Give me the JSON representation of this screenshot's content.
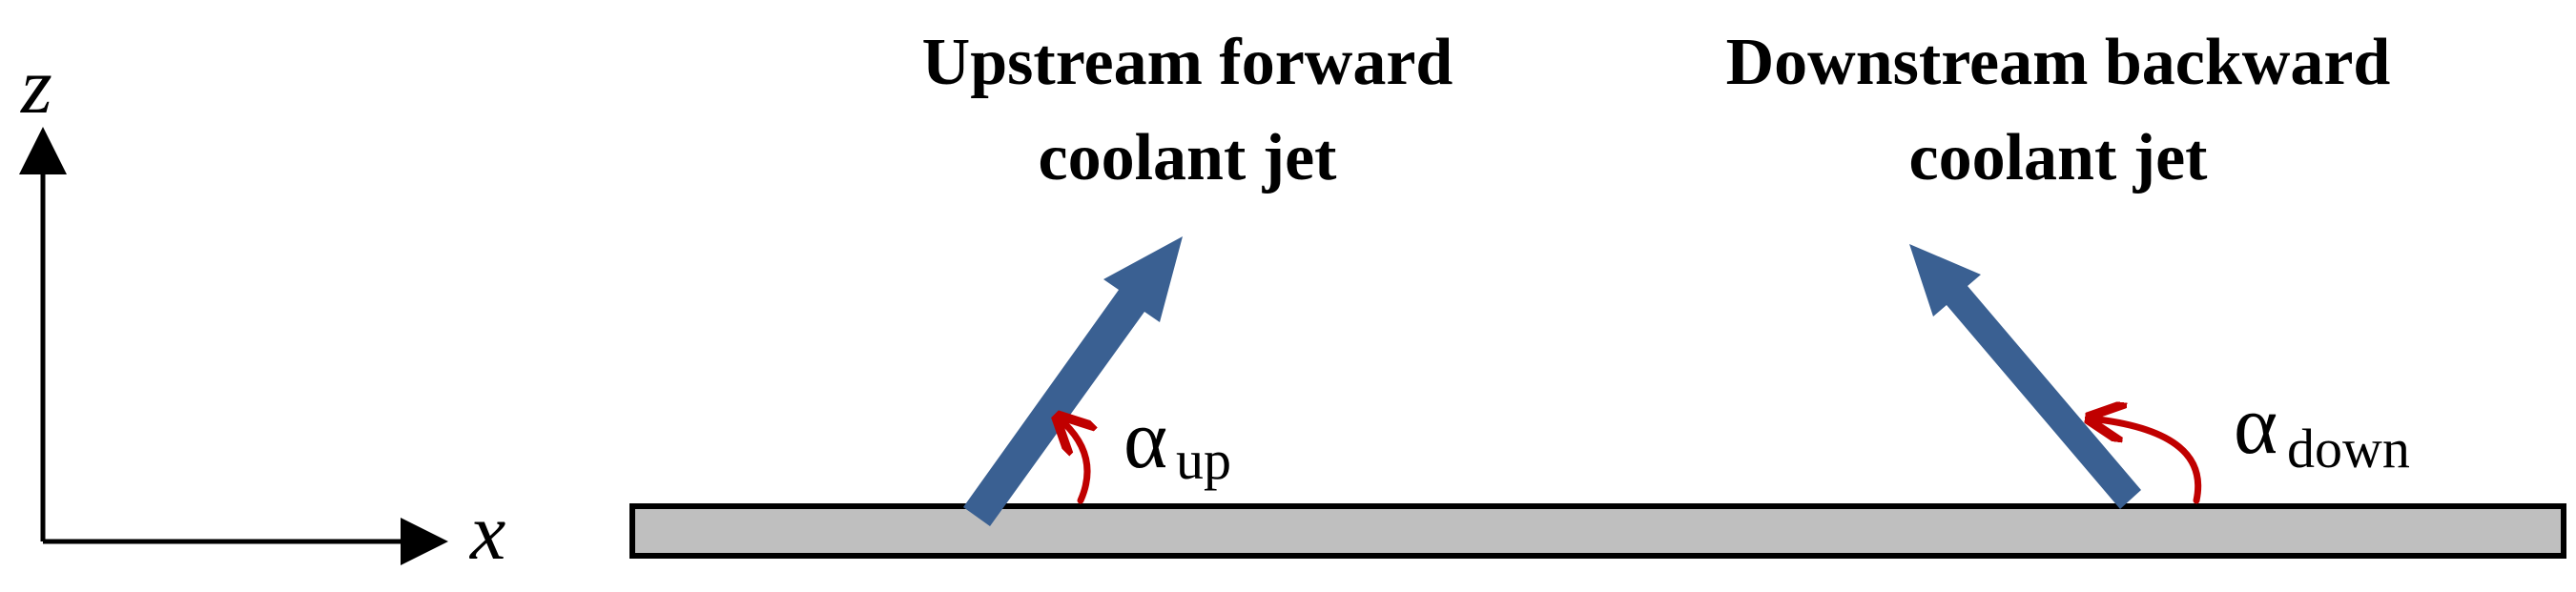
{
  "axes": {
    "vertical_label": "z",
    "horizontal_label": "x"
  },
  "jets": {
    "upstream": {
      "title_line1": "Upstream forward",
      "title_line2": "coolant jet",
      "angle_symbol": "α",
      "angle_subscript": "up"
    },
    "downstream": {
      "title_line1": "Downstream backward",
      "title_line2": "coolant jet",
      "angle_symbol": "α",
      "angle_subscript": "down"
    }
  },
  "colors": {
    "jet_arrow": "#3A6092",
    "angle_arc": "#C00000",
    "plate_fill": "#BFBFBF",
    "plate_border": "#000000",
    "axis": "#000000"
  }
}
